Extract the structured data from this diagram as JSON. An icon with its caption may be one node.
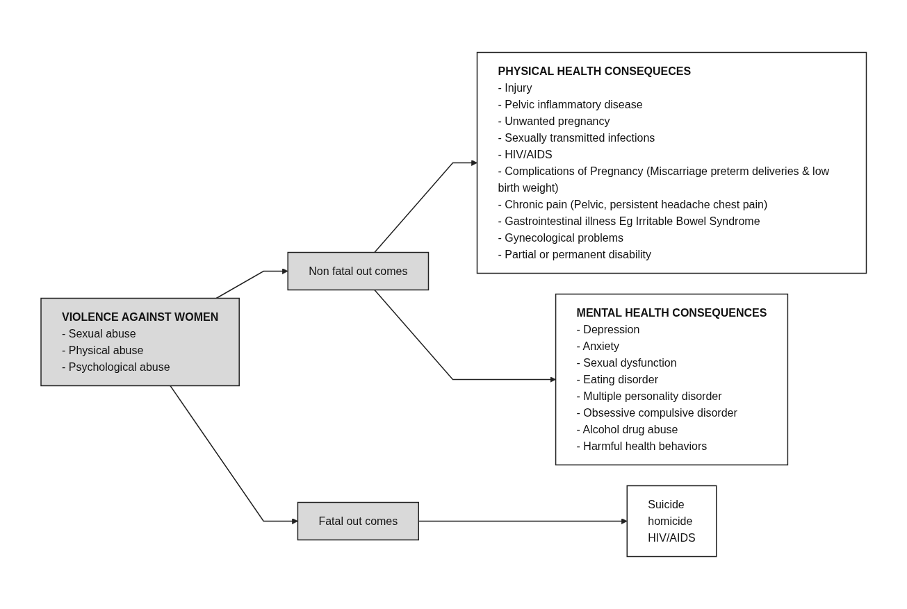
{
  "diagram": {
    "nodes": [
      {
        "text": [
          "VIOLENCE AGAINST WOMEN",
          "- Sexual abuse",
          "- Physical abuse",
          "- Psychological abuse"
        ]
      },
      {
        "text": [
          "Non fatal out comes"
        ]
      },
      {
        "text": [
          "Fatal out comes"
        ]
      },
      {
        "text": [
          "PHYSICAL HEALTH CONSEQUECES",
          "- Injury",
          "- Pelvic inflammatory disease",
          "- Unwanted pregnancy",
          "- Sexually transmitted infections",
          "- HIV/AIDS",
          "- Complications of Pregnancy (Miscarriage preterm deliveries & low birth weight)",
          "- Chronic pain (Pelvic, persistent headache chest pain)",
          "- Gastrointestinal illness Eg Irritable Bowel Syndrome",
          "- Gynecological problems",
          "- Partial or permanent disability"
        ]
      },
      {
        "text": [
          "MENTAL HEALTH CONSEQUENCES",
          "- Depression",
          "- Anxiety",
          "- Sexual dysfunction",
          "- Eating disorder",
          "- Multiple personality disorder",
          "- Obsessive compulsive disorder",
          "- Alcohol drug abuse",
          "- Harmful health behaviors"
        ]
      },
      {
        "text": [
          "Suicide",
          "homicide",
          "HIV/AIDS"
        ]
      }
    ],
    "edges": [
      {
        "from": 0,
        "to": 1,
        "arrow": "to"
      },
      {
        "from": 0,
        "to": 2,
        "arrow": "to"
      },
      {
        "from": 1,
        "to": 3,
        "arrow": "to"
      },
      {
        "from": 1,
        "to": 4,
        "arrow": "to"
      },
      {
        "from": 2,
        "to": 5,
        "arrow": "to"
      }
    ]
  }
}
